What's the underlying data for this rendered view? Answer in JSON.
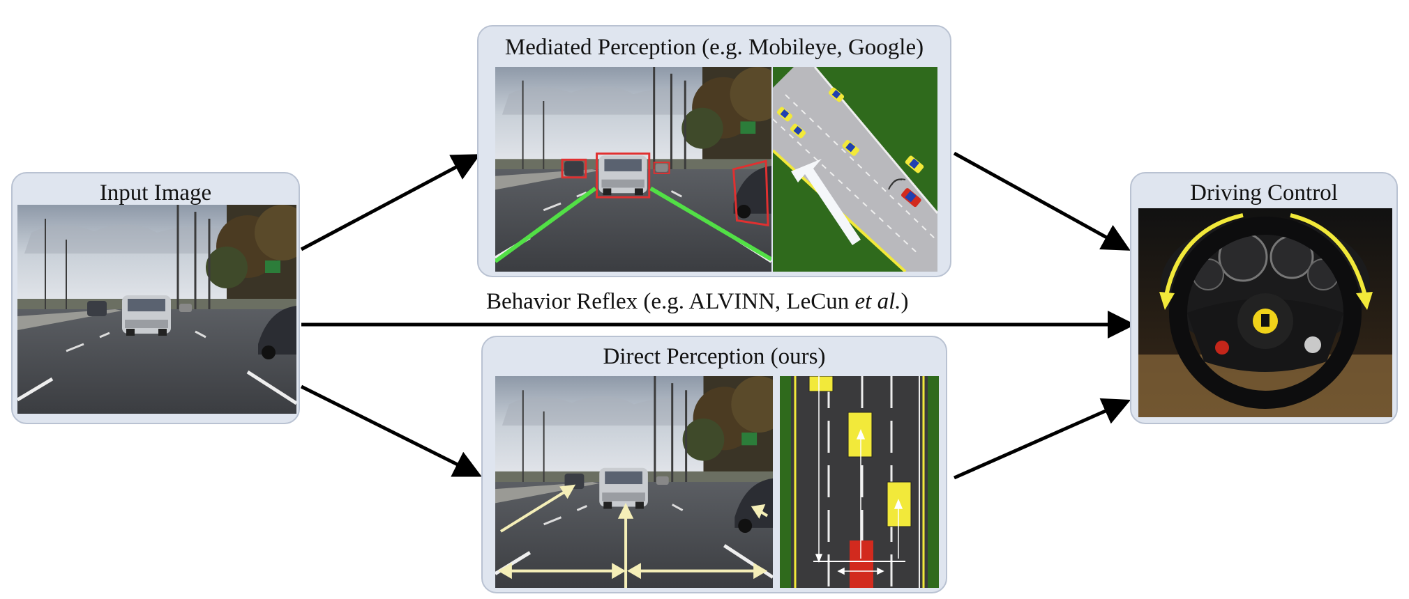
{
  "input": {
    "title": "Input Image"
  },
  "mediated": {
    "title": "Mediated Perception (e.g. Mobileye, Google)"
  },
  "direct": {
    "title": "Direct Perception (ours)"
  },
  "control": {
    "title": "Driving Control"
  },
  "behavior": {
    "prefix": "Behavior Reflex (e.g. ALVINN, LeCun ",
    "emph": "et al.",
    "suffix": ")"
  },
  "colors": {
    "panel_bg": "#dfe5ef",
    "panel_border": "#b9c2d2",
    "grass": "#2f6a1c",
    "road_gray": "#b9b9bd",
    "highlight_yellow": "#f2e93a",
    "ego_red": "#d22a1e",
    "arrow": "#000000"
  }
}
